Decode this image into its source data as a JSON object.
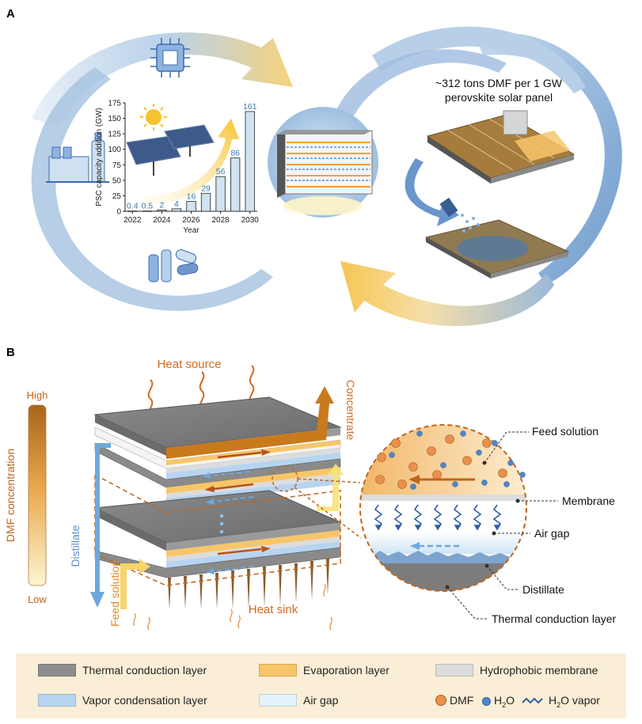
{
  "panels": {
    "a_label": "A",
    "b_label": "B"
  },
  "panel_a": {
    "dmf_text_line1": "~312 tons DMF per 1 GW",
    "dmf_text_line2": "perovskite solar panel",
    "icons": [
      "chip-icon",
      "solar-panel-icon",
      "sun-icon",
      "factory-icon",
      "medicine-icon",
      "membrane-module-icon",
      "spray-icon"
    ]
  },
  "chart_data": {
    "type": "bar",
    "categories": [
      "2022",
      "2023",
      "2024",
      "2025",
      "2026",
      "2027",
      "2028",
      "2029",
      "2030"
    ],
    "values": [
      0.4,
      0.5,
      2,
      4,
      16,
      29,
      56,
      86,
      161
    ],
    "value_labels": [
      "0.4",
      "0.5",
      "2",
      "4",
      "16",
      "29",
      "56",
      "86",
      "161"
    ],
    "x_tick_labels": [
      "2022",
      "2024",
      "2026",
      "2028",
      "2030"
    ],
    "y_ticks": [
      "0",
      "25",
      "50",
      "75",
      "100",
      "125",
      "150",
      "175"
    ],
    "xlabel": "Year",
    "ylabel": "PSC capacity addition (GW)",
    "ylim": [
      0,
      175
    ],
    "bar_color": "#cfe3f2"
  },
  "panel_b": {
    "heat_source": "Heat source",
    "heat_sink": "Heat sink",
    "concentrate": "Concentrate",
    "distillate_arrow": "Distillate",
    "feed_solution_arrow": "Feed solution",
    "scale_title": "DMF concentration",
    "scale_high": "High",
    "scale_low": "Low",
    "callouts": {
      "feed_solution": "Feed solution",
      "membrane": "Membrane",
      "air_gap": "Air gap",
      "distillate": "Distillate",
      "thermal_conduction_layer": "Thermal conduction layer"
    }
  },
  "legend": {
    "items": [
      {
        "label": "Thermal conduction layer",
        "color": "#8d8d8d"
      },
      {
        "label": "Evaporation layer",
        "color": "#f7c66a"
      },
      {
        "label": "Hydrophobic membrane",
        "color": "#dcdcdc"
      },
      {
        "label": "Vapor condensation layer",
        "color": "#b7d4f0"
      },
      {
        "label": "Air gap",
        "color": "#e3f3fb"
      }
    ],
    "dmf": "DMF",
    "h2o": "H",
    "h2o_sub": "2",
    "h2o_tail": "O",
    "vapor": "H",
    "vapor_sub": "2",
    "vapor_tail": "O vapor",
    "dmf_color": "#e8914a",
    "h2o_color": "#4f86c6"
  },
  "colors": {
    "accent_orange": "#d2691e",
    "blue_arrow": "#6fa8dc",
    "legend_bg": "#fbeed6"
  }
}
